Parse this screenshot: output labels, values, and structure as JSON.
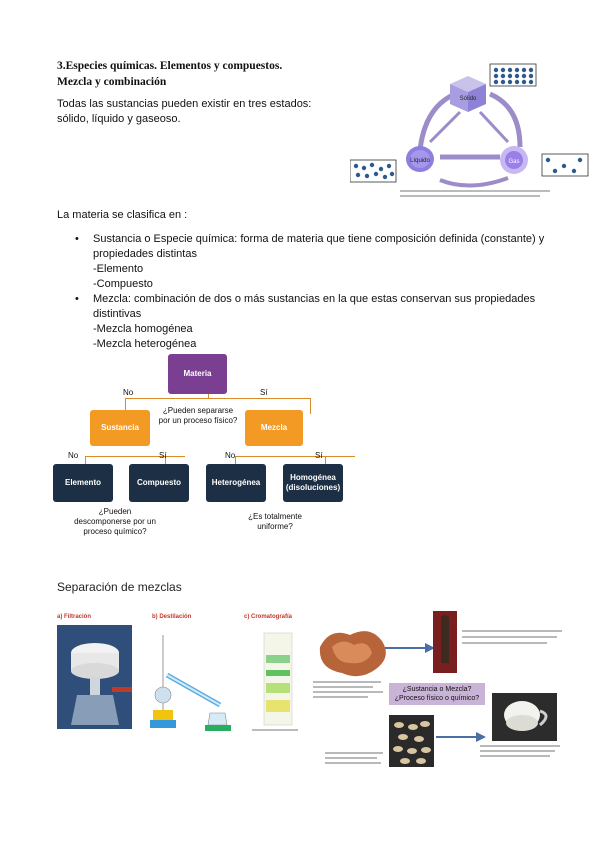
{
  "section": {
    "title_line1": "3.Especies químicas. Elementos y compuestos.",
    "title_line2": "Mezcla y combinación",
    "intro": "Todas las sustancias pueden existir en tres estados: sólido, líquido y gaseoso."
  },
  "states_diagram": {
    "solid": "Sólido",
    "liquid": "Líquido",
    "gas": "Gas"
  },
  "classification": {
    "lead": "La materia se clasifica en :",
    "items": [
      {
        "text": "Sustancia o Especie química: forma de materia que tiene composición definida (constante) y propiedades distintas",
        "subs": [
          "-Elemento",
          "-Compuesto"
        ]
      },
      {
        "text": "Mezcla: combinación de dos o más sustancias en la que estas conservan sus propiedades distintivas",
        "subs": [
          "-Mezcla homogénea",
          "-Mezcla heterogénea"
        ]
      }
    ]
  },
  "tree": {
    "root": "Materia",
    "no": "No",
    "si": "Sí",
    "q1": "¿Pueden separarse por un proceso físico?",
    "sustancia": "Sustancia",
    "mezcla": "Mezcla",
    "elemento": "Elemento",
    "compuesto": "Compuesto",
    "heterogenea": "Heterogénea",
    "homogenea": "Homogénea (disoluciones)",
    "q2": "¿Pueden descomponerse por un proceso químico?",
    "q3": "¿Es totalmente uniforme?"
  },
  "separation": {
    "title": "Separación de mezclas",
    "a": "a) Filtración",
    "b": "b) Destilación",
    "c": "c) Cromatografía",
    "question": "¿Sustancia o Mezcla? ¿Proceso físico o químico?"
  },
  "colors": {
    "materia": "#7b3f91",
    "orange": "#f39a25",
    "navy": "#1c2f44"
  }
}
